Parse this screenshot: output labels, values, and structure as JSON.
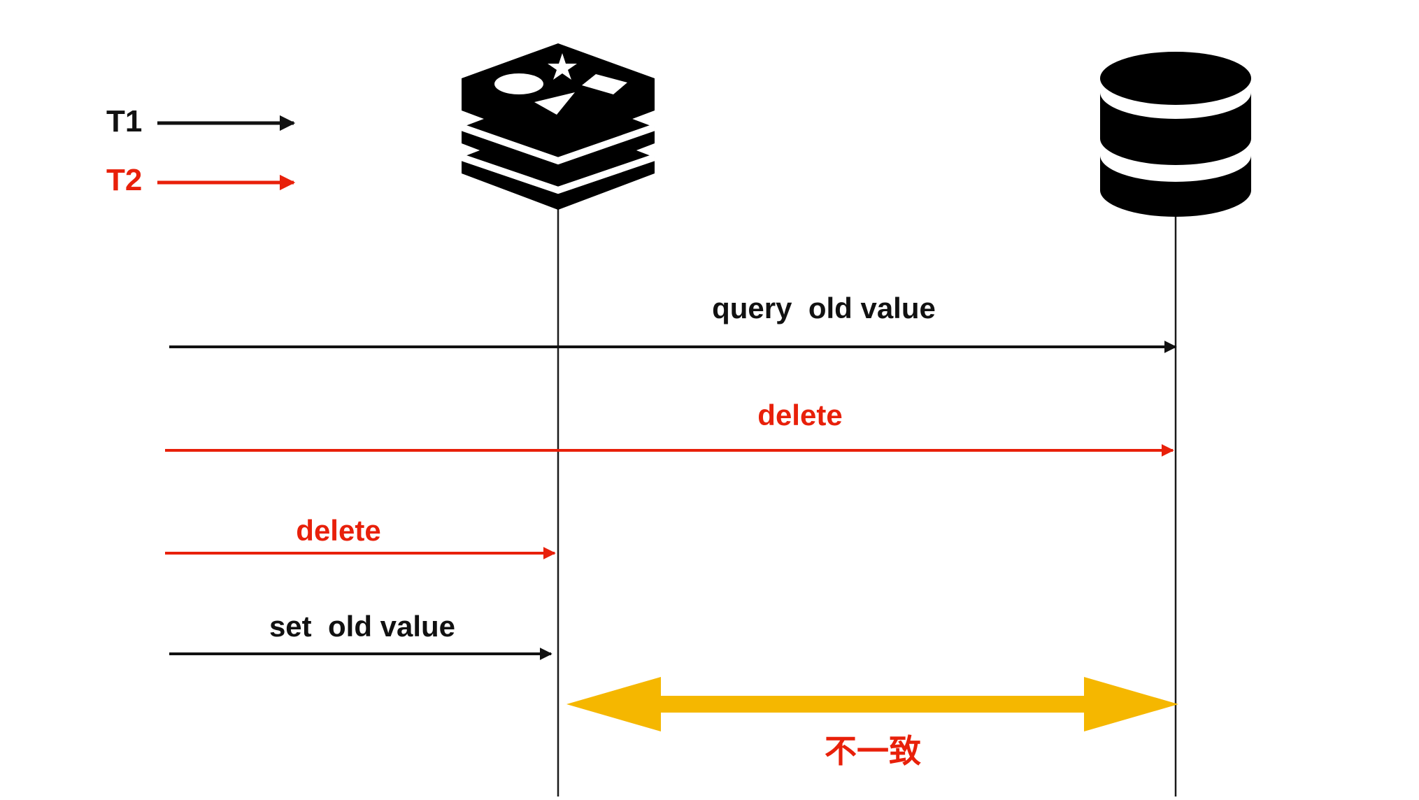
{
  "legend": {
    "t1_label": "T1",
    "t2_label": "T2"
  },
  "icons": {
    "cache": "redis-icon",
    "database": "database-icon"
  },
  "messages": [
    {
      "id": "query-old-value",
      "label": "query  old value",
      "thread": "T1"
    },
    {
      "id": "delete-db",
      "label": "delete",
      "thread": "T2"
    },
    {
      "id": "delete-cache",
      "label": "delete",
      "thread": "T2"
    },
    {
      "id": "set-old-value",
      "label": "set  old value",
      "thread": "T1"
    }
  ],
  "inconsistency": {
    "label": "不一致"
  },
  "colors": {
    "t1": "#111111",
    "t2": "#e8200a",
    "inconsistency": "#f5b700",
    "lifeline": "#1a1a1a"
  }
}
